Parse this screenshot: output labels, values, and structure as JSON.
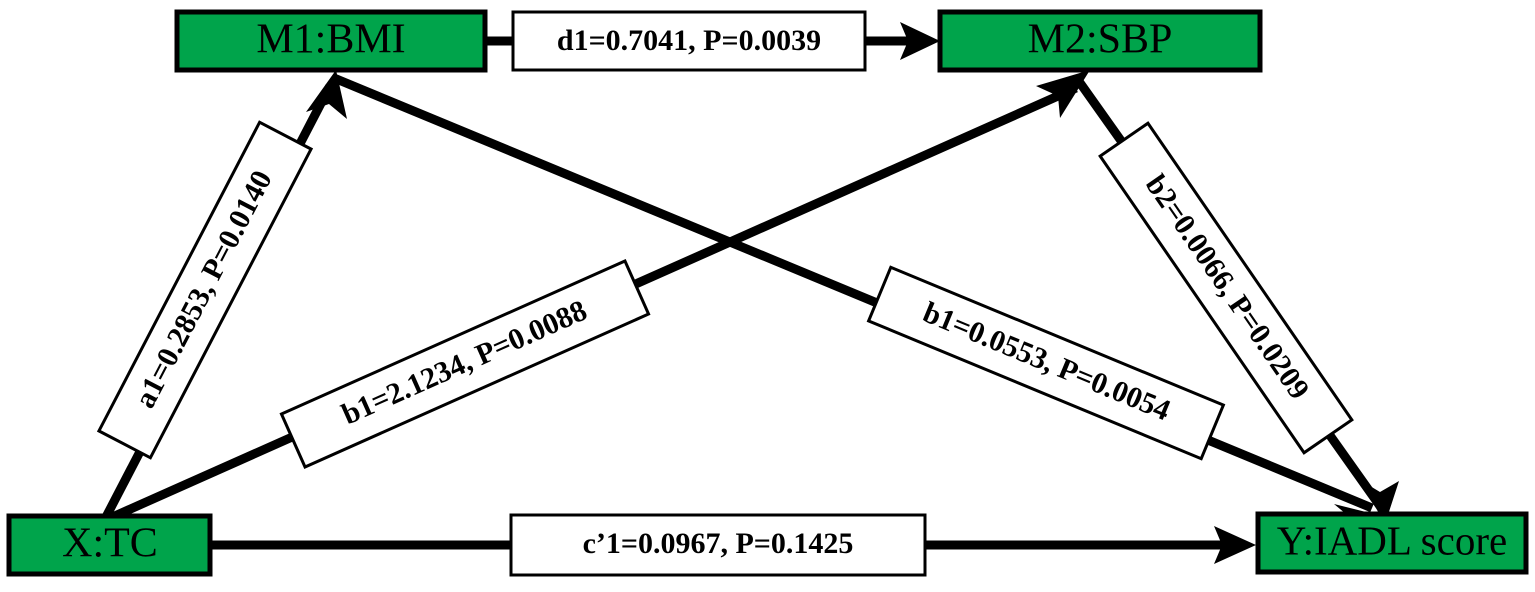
{
  "diagram": {
    "type": "serial-mediation-path-diagram",
    "colors": {
      "node_fill": "#00A44B",
      "node_stroke": "#000000",
      "label_fill": "#ffffff",
      "line": "#000000",
      "background": "#ffffff"
    },
    "nodes": [
      {
        "id": "M1",
        "label": "M1:BMI",
        "role": "mediator-1"
      },
      {
        "id": "M2",
        "label": "M2:SBP",
        "role": "mediator-2"
      },
      {
        "id": "X",
        "label": "X:TC",
        "role": "independent-variable"
      },
      {
        "id": "Y",
        "label": "Y:IADL score",
        "role": "outcome"
      }
    ],
    "paths": [
      {
        "id": "d1",
        "from": "M1",
        "to": "M2",
        "label": "d1=0.7041, P=0.0039",
        "coefficient": 0.7041,
        "p_value": 0.0039
      },
      {
        "id": "a1",
        "from": "X",
        "to": "M1",
        "label": "a1=0.2853, P=0.0140",
        "coefficient": 0.2853,
        "p_value": 0.014
      },
      {
        "id": "a2",
        "from": "X",
        "to": "M2",
        "label": "b1=2.1234, P=0.0088",
        "coefficient": 2.1234,
        "p_value": 0.0088
      },
      {
        "id": "b1",
        "from": "M1",
        "to": "Y",
        "label": "b1=0.0553, P=0.0054",
        "coefficient": 0.0553,
        "p_value": 0.0054
      },
      {
        "id": "b2",
        "from": "M2",
        "to": "Y",
        "label": "b2=0.0066, P=0.0209",
        "coefficient": 0.0066,
        "p_value": 0.0209
      },
      {
        "id": "c1",
        "from": "X",
        "to": "Y",
        "label": "c’1=0.0967, P=0.1425",
        "coefficient": 0.0967,
        "p_value": 0.1425
      }
    ]
  }
}
